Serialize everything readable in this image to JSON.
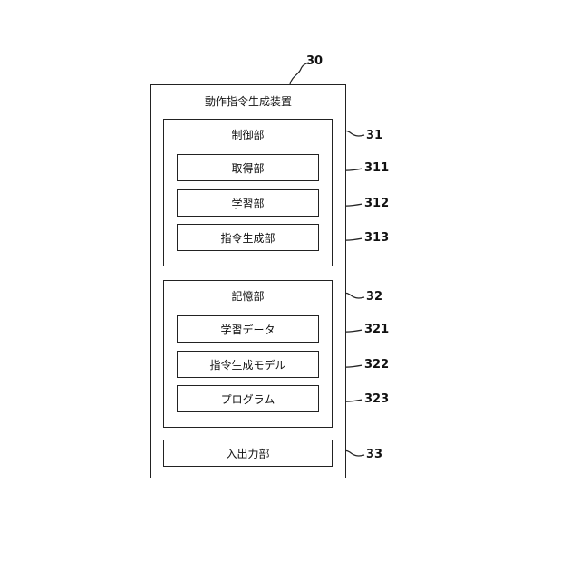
{
  "device": {
    "ref": "30",
    "title": "動作指令生成装置"
  },
  "control": {
    "ref": "31",
    "title": "制御部",
    "units": [
      {
        "label": "取得部",
        "ref": "311"
      },
      {
        "label": "学習部",
        "ref": "312"
      },
      {
        "label": "指令生成部",
        "ref": "313"
      }
    ]
  },
  "storage": {
    "ref": "32",
    "title": "記憶部",
    "units": [
      {
        "label": "学習データ",
        "ref": "321"
      },
      {
        "label": "指令生成モデル",
        "ref": "322"
      },
      {
        "label": "プログラム",
        "ref": "323"
      }
    ]
  },
  "io": {
    "ref": "33",
    "label": "入出力部"
  }
}
